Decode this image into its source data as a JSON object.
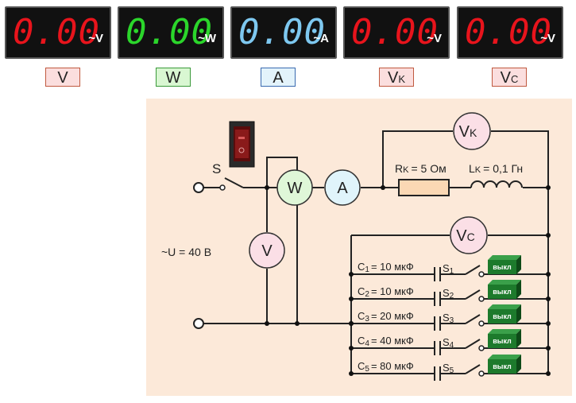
{
  "meters": [
    {
      "value": "0.00",
      "unit": "~V",
      "color": "#e8141c"
    },
    {
      "value": "0.00",
      "unit": "~W",
      "color": "#2bd62b"
    },
    {
      "value": "0.00",
      "unit": "~A",
      "color": "#7ec8f0"
    },
    {
      "value": "0.00",
      "unit": "~V",
      "color": "#e8141c"
    },
    {
      "value": "0.00",
      "unit": "~V",
      "color": "#e8141c"
    }
  ],
  "meter_labels": [
    {
      "main": "V",
      "sub": ""
    },
    {
      "main": "W",
      "sub": ""
    },
    {
      "main": "A",
      "sub": ""
    },
    {
      "main": "V",
      "sub": "K"
    },
    {
      "main": "V",
      "sub": "C"
    }
  ],
  "circuit": {
    "switch_label": "S",
    "source_label": "~U = 40 В",
    "voltmeter": "V",
    "wattmeter": "W",
    "ammeter": "A",
    "vk_main": "V",
    "vk_sub": "K",
    "vc_main": "V",
    "vc_sub": "C",
    "resistor_main": "R",
    "resistor_sub": "K",
    "resistor_value": "= 5 Ом",
    "inductor_main": "L",
    "inductor_sub": "K",
    "inductor_value": "= 0,1 Гн",
    "capacitors": [
      {
        "name": "C",
        "idx": "1",
        "value": "= 10 мкФ",
        "switch": "S",
        "sidx": "1",
        "btn": "выкл"
      },
      {
        "name": "C",
        "idx": "2",
        "value": "= 10 мкФ",
        "switch": "S",
        "sidx": "2",
        "btn": "выкл"
      },
      {
        "name": "C",
        "idx": "3",
        "value": "= 20 мкФ",
        "switch": "S",
        "sidx": "3",
        "btn": "выкл"
      },
      {
        "name": "C",
        "idx": "4",
        "value": "= 40 мкФ",
        "switch": "S",
        "sidx": "4",
        "btn": "выкл"
      },
      {
        "name": "C",
        "idx": "5",
        "value": "= 80 мкФ",
        "switch": "S",
        "sidx": "5",
        "btn": "выкл"
      }
    ]
  },
  "colors": {
    "panel": "#fce9d9",
    "meter_label_v": "#fbdede",
    "meter_label_w": "#d9f7d2",
    "meter_label_a": "#e3f3fb",
    "wattmeter_fill": "#dff7d8",
    "ammeter_fill": "#e0f4fb",
    "voltmeter_fill": "#fbdfe6",
    "button": "#1d7a2c"
  }
}
